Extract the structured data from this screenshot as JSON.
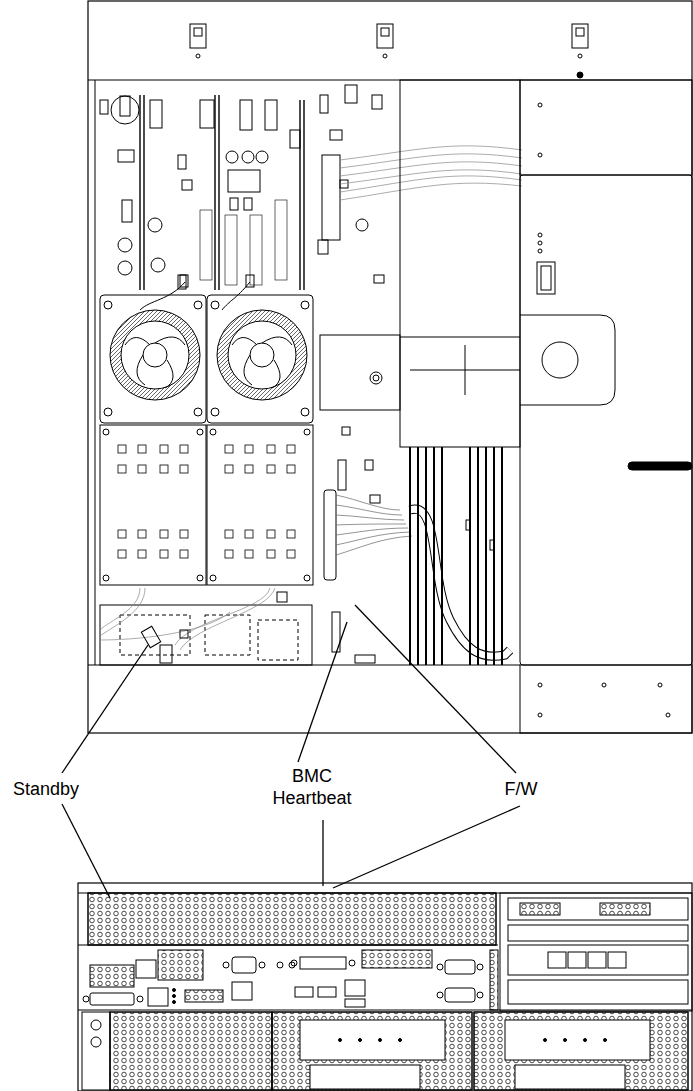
{
  "diagram": {
    "labels": [
      "Standby",
      "BMC Heartbeat",
      "F/W"
    ]
  }
}
